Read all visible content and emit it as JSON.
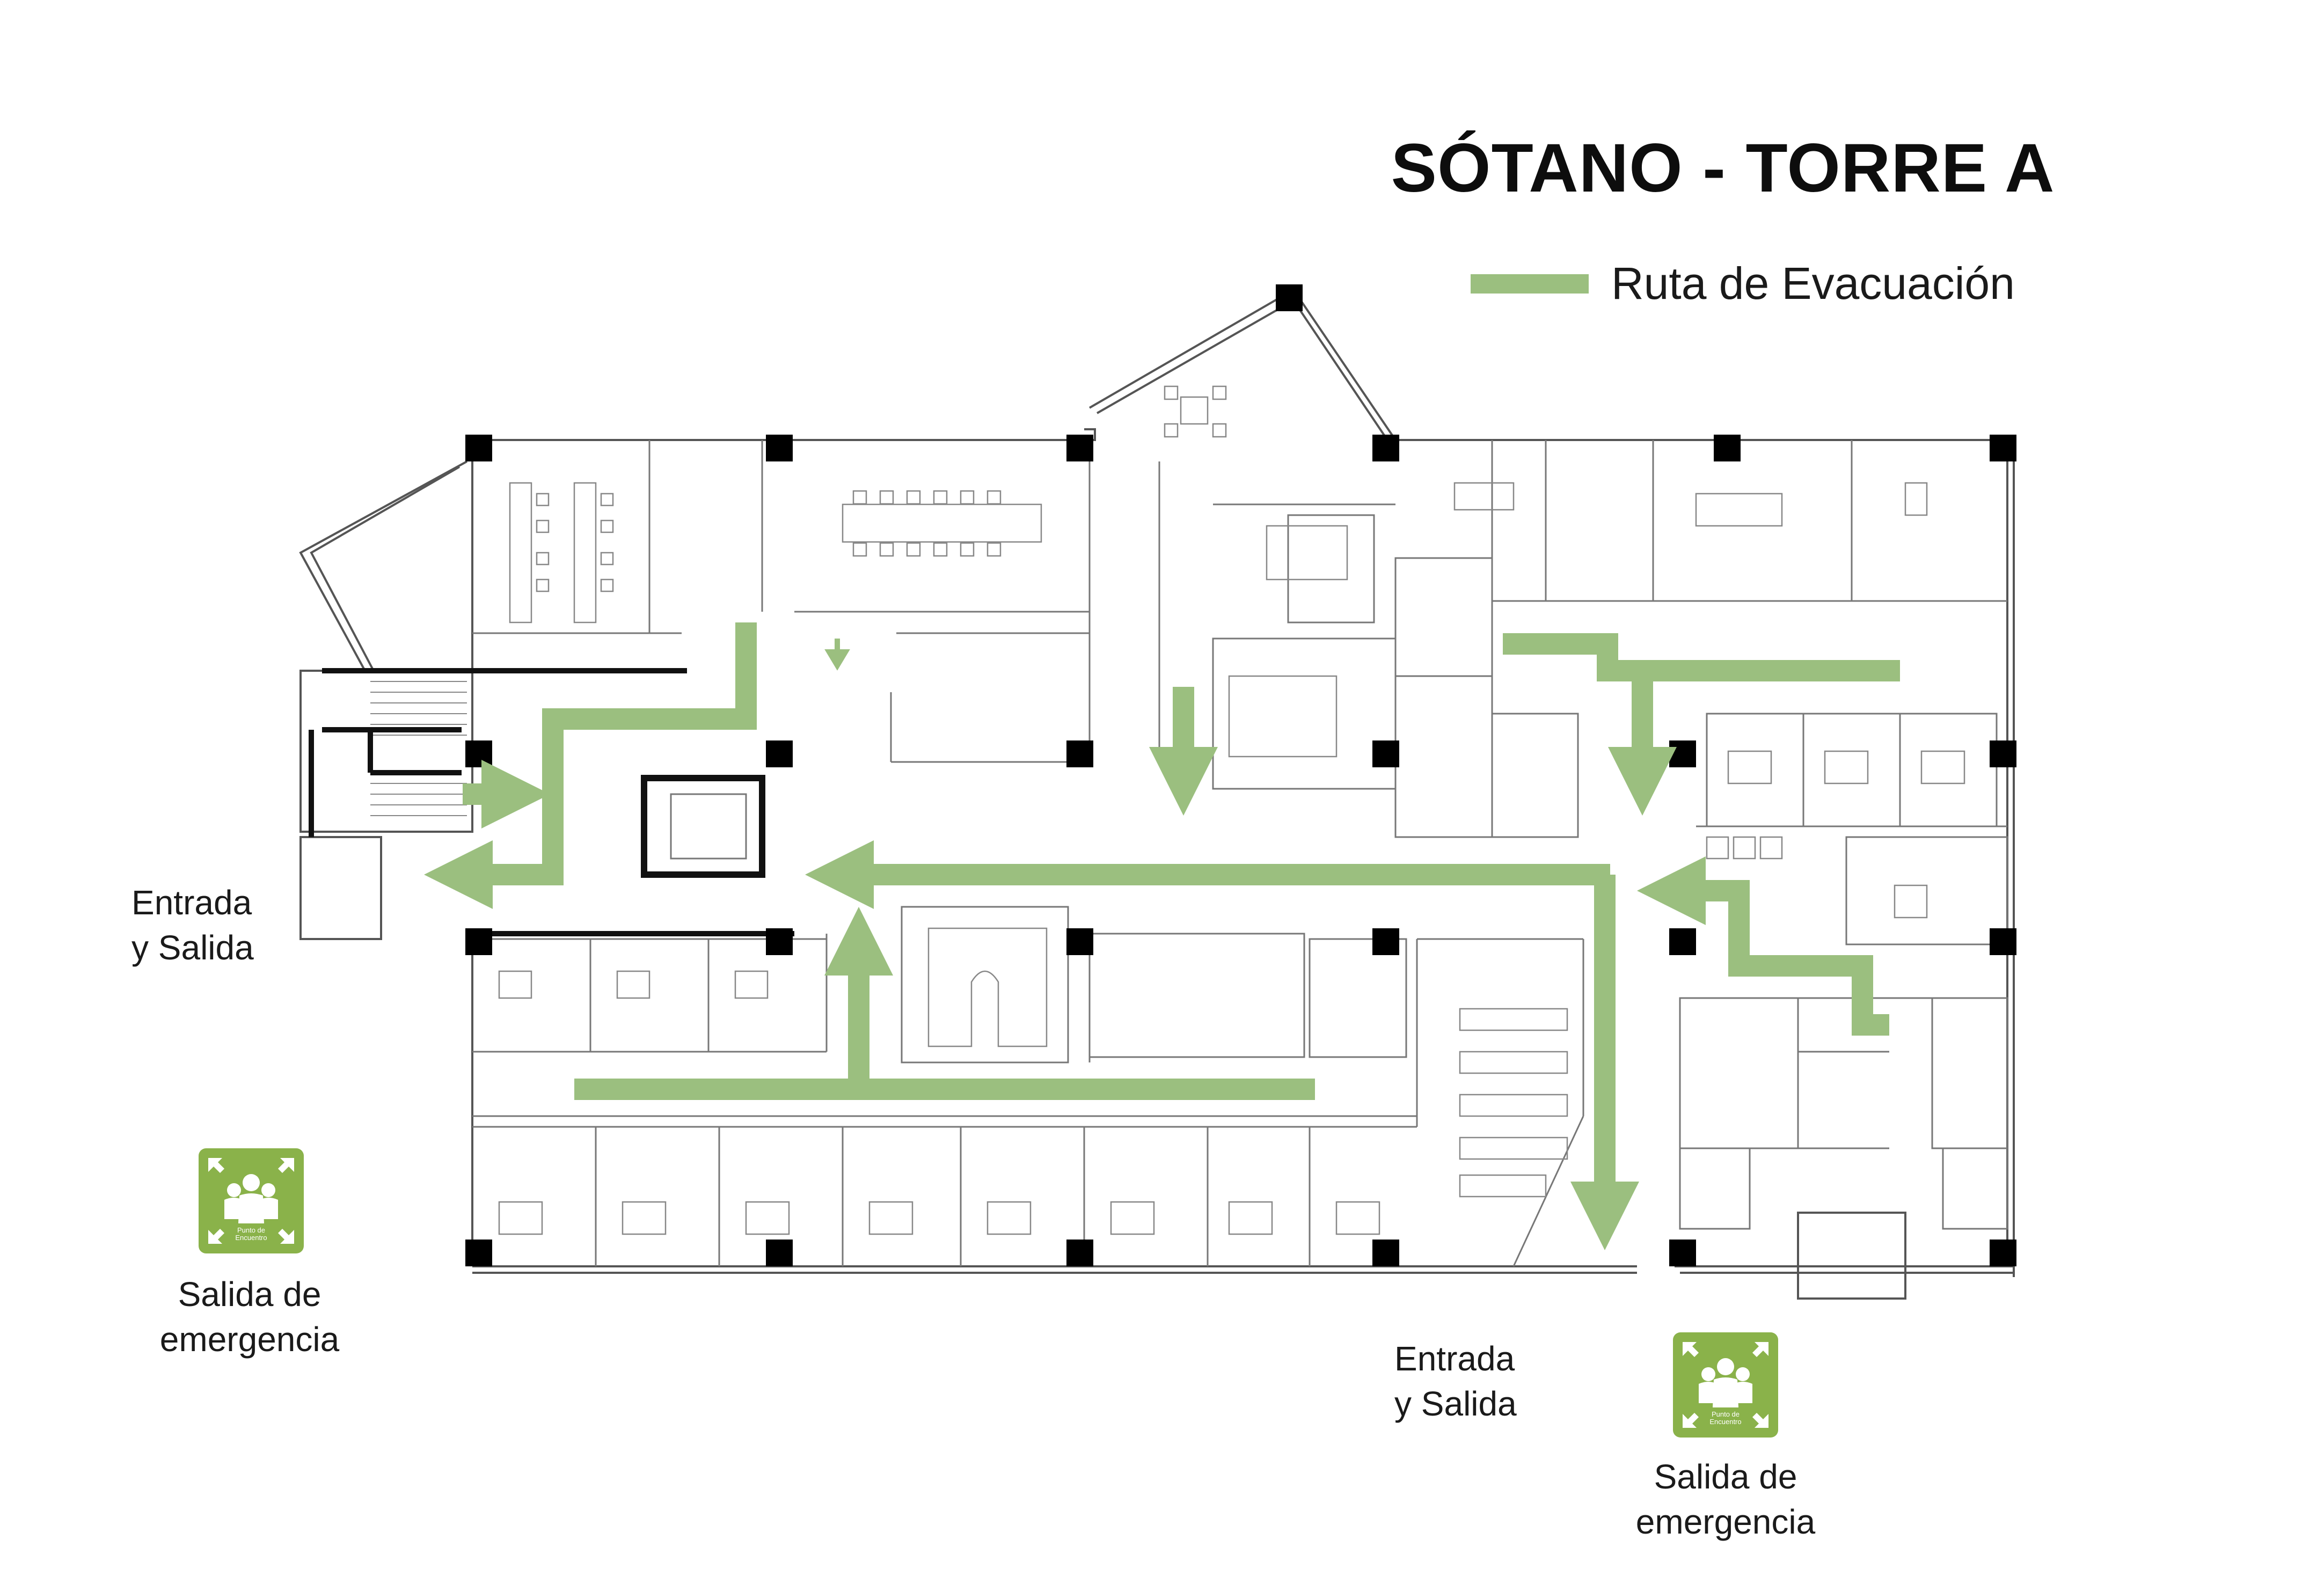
{
  "title": "SÓTANO - TORRE A",
  "legend": {
    "label": "Ruta de Evacuación",
    "color": "#9bbf7f"
  },
  "labels": {
    "entrance_left": [
      "Entrada",
      "y Salida"
    ],
    "entrance_bottom": [
      "Entrada",
      "y Salida"
    ],
    "exit_left": [
      "Salida de",
      "emergencia"
    ],
    "exit_right": [
      "Salida de",
      "emergencia"
    ]
  },
  "meeting_point": {
    "line1": "Punto de",
    "line2": "Encuentro",
    "color": "#8ab24a"
  },
  "colors": {
    "wall": "#555555",
    "column": "#000000",
    "route": "#9bbf7f"
  }
}
